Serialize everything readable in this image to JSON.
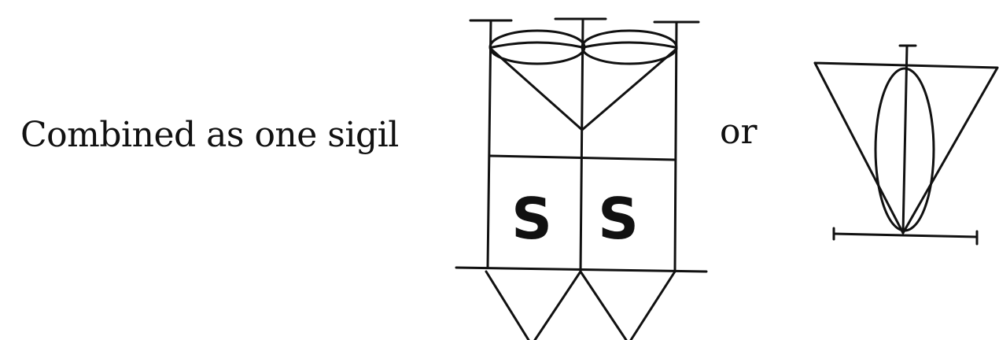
{
  "caption": "Combined as one sigil",
  "connector": "or",
  "sigil_a": {
    "letters": [
      "S",
      "S"
    ]
  },
  "colors": {
    "ink": "#111111",
    "background": "#ffffff"
  }
}
